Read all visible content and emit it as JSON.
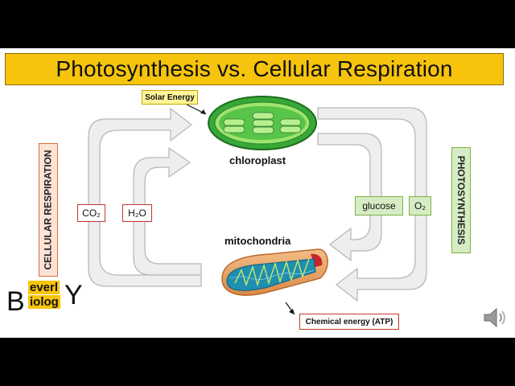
{
  "title": "Photosynthesis vs. Cellular Respiration",
  "labels": {
    "solar_energy": "Solar Energy",
    "chloroplast": "chloroplast",
    "mitochondria": "mitochondria",
    "chemical_energy": "Chemical energy (ATP)",
    "co2": "CO₂",
    "h2o": "H₂O",
    "glucose": "glucose",
    "o2": "O₂",
    "cellular_respiration": "CELLULAR RESPIRATION",
    "photosynthesis": "PHOTOSYNTHESIS"
  },
  "logo": {
    "b": "B",
    "everl": "everl",
    "iolog": "iolog",
    "y": "Y"
  },
  "icons": [
    "speaker-icon"
  ],
  "colors": {
    "title_bg": "#f6c40c",
    "arrow_fill": "#eeeeee",
    "arrow_stroke": "#b8b8b8",
    "chloroplast_green": "#3fb43f",
    "mitochondria_orange": "#e9a368",
    "cr_box_bg": "#fce3d6",
    "ps_box_bg": "#d6ecc4"
  }
}
